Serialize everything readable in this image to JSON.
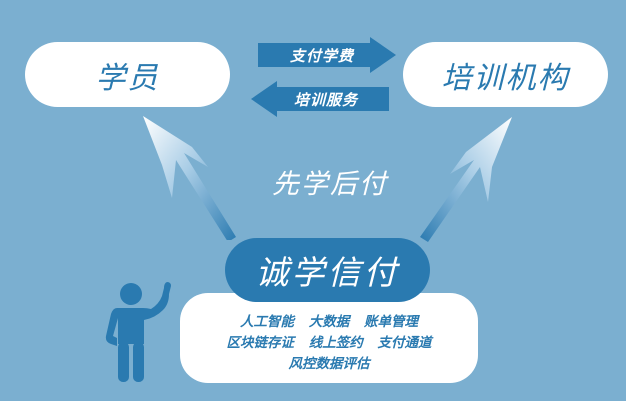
{
  "diagram": {
    "title": "诚学信付",
    "colors": {
      "background": "#7bafd0",
      "accent": "#2a7ab0",
      "pill_fill": "#ffffff",
      "text_on_accent": "#ffffff"
    },
    "nodes": {
      "student": "学员",
      "training_org": "培训机构",
      "platform": "诚学信付"
    },
    "flows": {
      "pay_tuition": "支付学费",
      "training_service": "培训服务"
    },
    "slogan": "先学后付",
    "features": {
      "rows": [
        [
          "人工智能",
          "大数据",
          "账单管理"
        ],
        [
          "区块链存证",
          "线上签约",
          "支付通道"
        ],
        [
          "风控数据评估"
        ]
      ]
    },
    "icons": {
      "person": "person-pointing-up-icon",
      "arrow_left_up": "arrow-up-left-icon",
      "arrow_right_up": "arrow-up-right-icon",
      "arrow_right": "arrow-right-icon",
      "arrow_left": "arrow-left-icon"
    }
  }
}
